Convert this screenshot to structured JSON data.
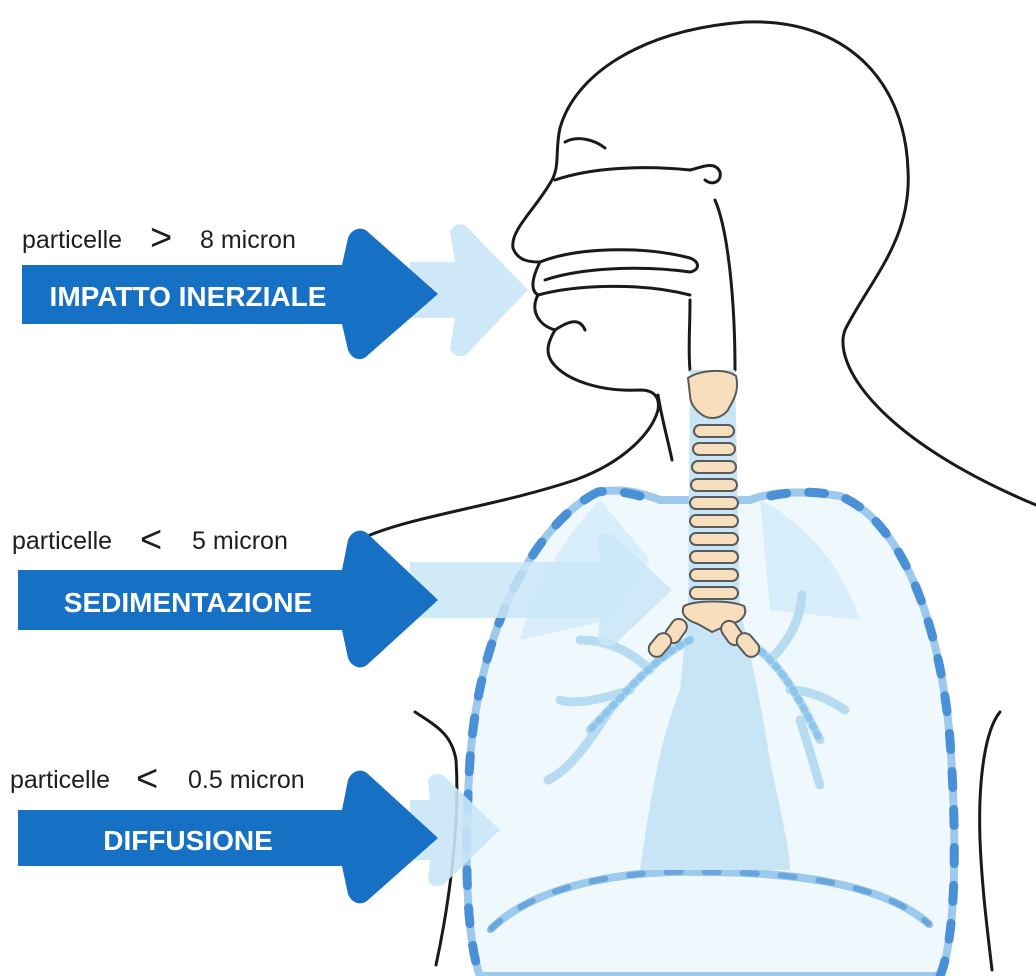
{
  "rows": [
    {
      "prefix": "particelle",
      "symbol": ">",
      "size": "8 micron",
      "mechanism": "IMPATTO INERZIALE"
    },
    {
      "prefix": "particelle",
      "symbol": "<",
      "size": "5 micron",
      "mechanism": "SEDIMENTAZIONE"
    },
    {
      "prefix": "particelle",
      "symbol": "<",
      "size": "0.5 micron",
      "mechanism": "DIFFUSIONE"
    }
  ],
  "colors": {
    "arrow_dark": "#1670c4",
    "arrow_light": "#c9e6f7",
    "lung_fill": "#d4ecf8",
    "lung_outline": "#9cc9ec",
    "lung_dash": "#4a90d6",
    "cartilage": "#f7dfbe",
    "outline": "#1a1a1a"
  }
}
